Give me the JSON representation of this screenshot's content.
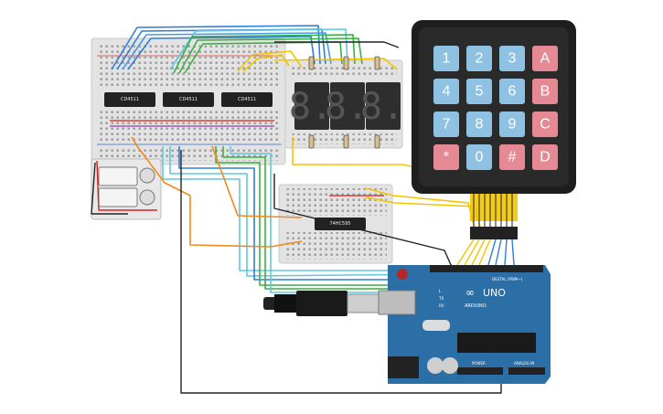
{
  "circuit": {
    "decoder_chips": [
      {
        "label": "CD4511"
      },
      {
        "label": "CD4511"
      },
      {
        "label": "CD4511"
      }
    ],
    "shift_register": {
      "label": "74HC595"
    },
    "seven_segment_digits": [
      "8.",
      "8.",
      "8."
    ],
    "keypad": {
      "rows": [
        [
          "1",
          "2",
          "3",
          "A"
        ],
        [
          "4",
          "5",
          "6",
          "B"
        ],
        [
          "7",
          "8",
          "9",
          "C"
        ],
        [
          "*",
          "0",
          "#",
          "D"
        ]
      ]
    },
    "arduino": {
      "model": "UNO",
      "brand": "ARDUINO",
      "header_labels": {
        "digital": "DIGITAL (PWM~)",
        "power": "POWER",
        "analog": "ANALOG IN"
      },
      "led_labels": [
        "L",
        "TX",
        "RX"
      ]
    }
  },
  "colors": {
    "keypad_number_key": "#8fc1e3",
    "keypad_special_key": "#e58a94",
    "board_blue": "#2c6fa6",
    "breadboard": "#e6e6e6",
    "wire_blue": "#2f7fd8",
    "wire_cyan": "#5ec8e0",
    "wire_green": "#3cb043",
    "wire_yellow": "#f2c500",
    "wire_orange": "#f08a1c",
    "wire_black": "#222222",
    "wire_red": "#d62020",
    "wire_purple": "#9b3fb5"
  }
}
